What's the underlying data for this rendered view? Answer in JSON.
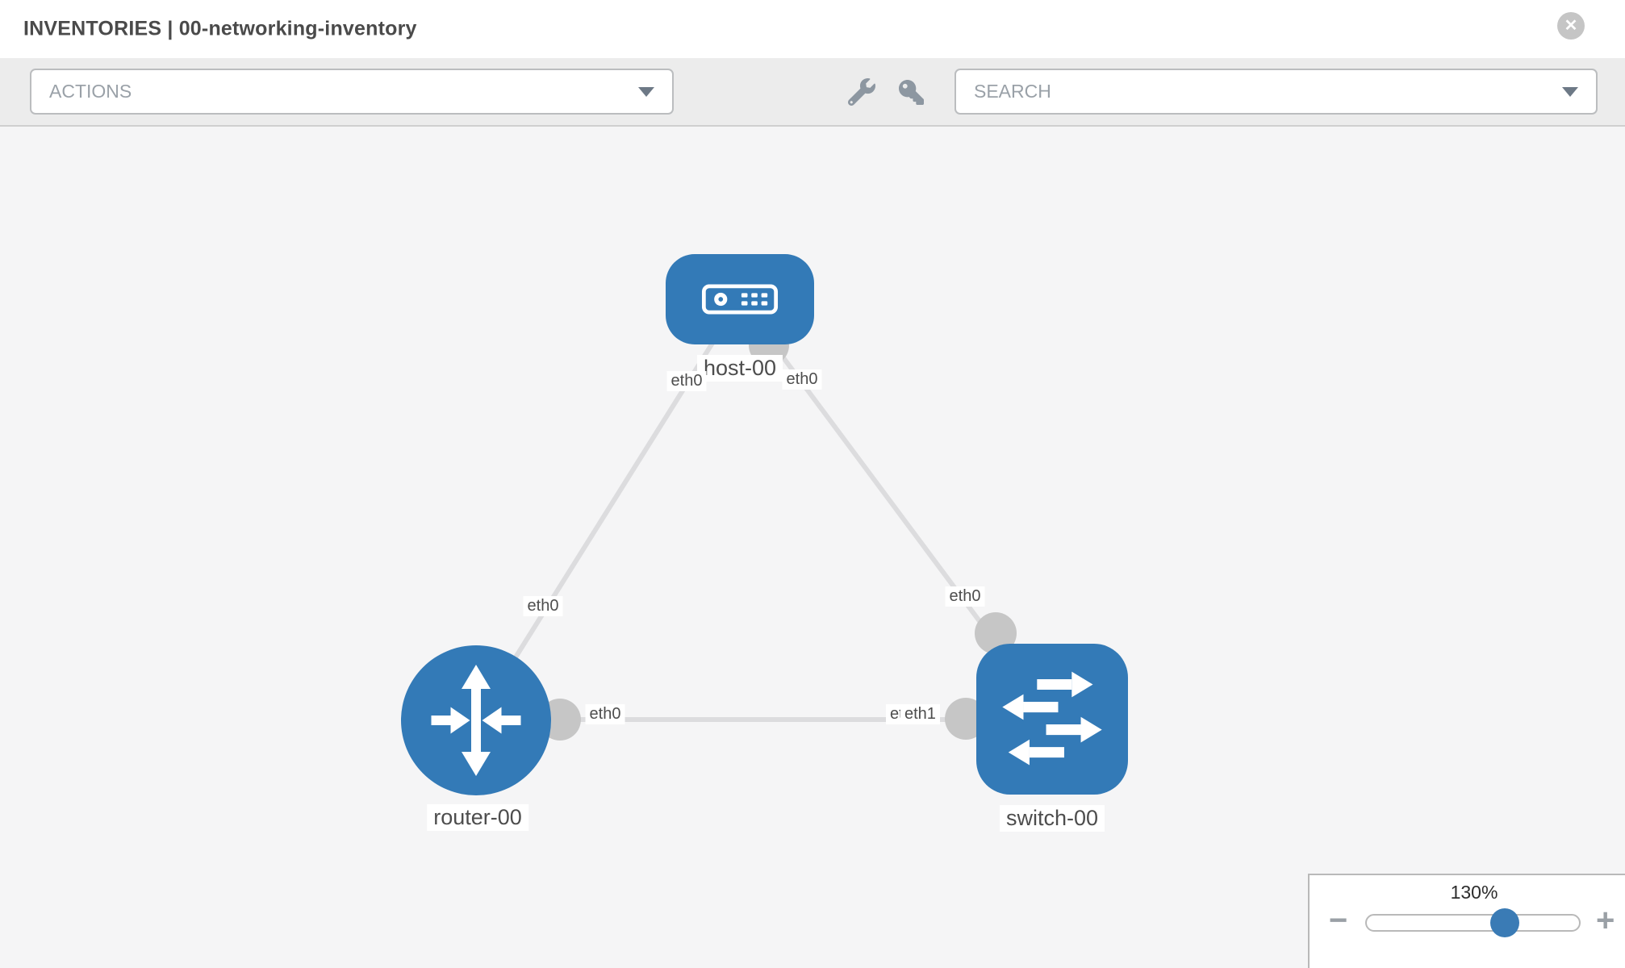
{
  "header": {
    "title": "INVENTORIES | 00-networking-inventory",
    "close_icon": "✕"
  },
  "toolbar": {
    "actions_label": "ACTIONS",
    "search_placeholder": "SEARCH",
    "wrench_icon": "wrench",
    "key_icon": "key"
  },
  "canvas": {
    "nodes": [
      {
        "id": "host-00",
        "type": "host",
        "label": "host-00"
      },
      {
        "id": "router-00",
        "type": "router",
        "label": "router-00"
      },
      {
        "id": "switch-00",
        "type": "switch",
        "label": "switch-00"
      }
    ],
    "links": [
      {
        "from": "host-00",
        "from_interface": "eth0",
        "to": "router-00",
        "to_interface": "eth0"
      },
      {
        "from": "host-00",
        "from_interface": "eth0",
        "to": "switch-00",
        "to_interface": "eth0"
      },
      {
        "from": "router-00",
        "from_interface": "eth0",
        "to": "switch-00",
        "to_interface": "eth1",
        "to_interface_overlapped": "eth0"
      }
    ]
  },
  "zoom_control": {
    "level": "130%",
    "minus_label": "−",
    "plus_label": "+"
  },
  "colors": {
    "node_blue": "#337ab7",
    "link_gray": "#dcdcde",
    "port_gray": "#c6c6c6",
    "knob_blue": "#3a7bb5"
  }
}
